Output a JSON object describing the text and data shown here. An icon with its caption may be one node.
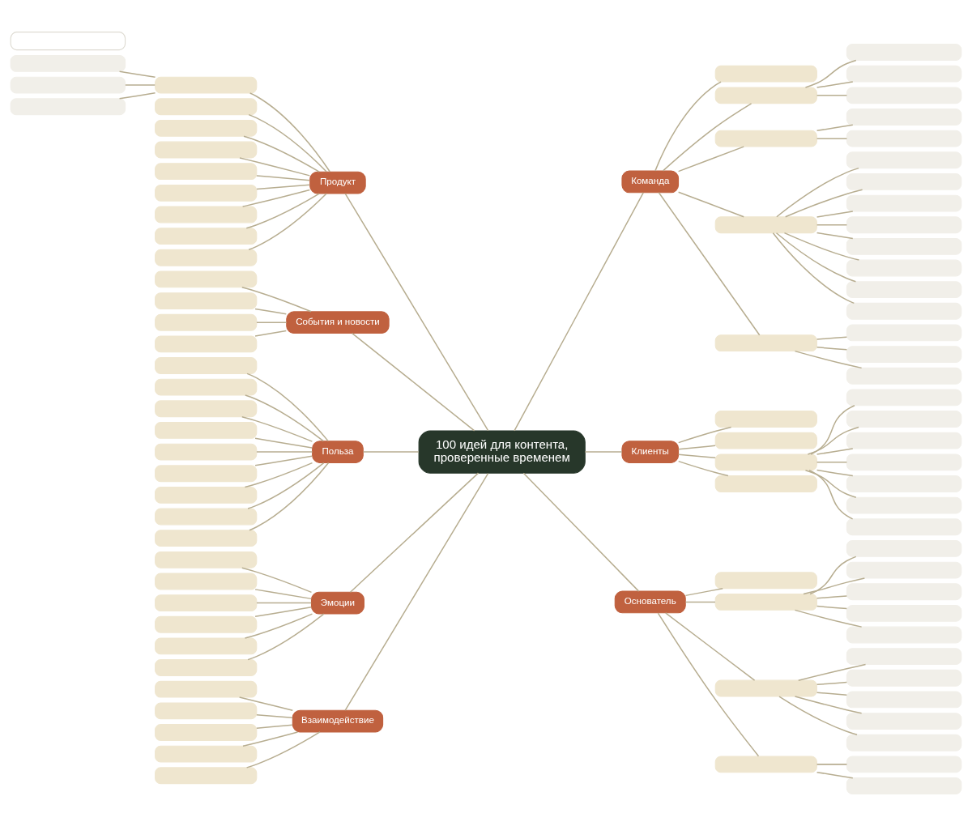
{
  "diagram": {
    "nodes": [
      {
        "text": [
          "100 идей для контента, проверенные временем"
        ]
      },
      {
        "text": [
          "Продукт"
        ]
      },
      {
        "text": [],
        "shape": "box"
      },
      {
        "text": [],
        "shape": "box"
      },
      {
        "text": [],
        "shape": "box"
      },
      {
        "text": [],
        "shape": "box"
      },
      {
        "text": [],
        "shape": "box"
      },
      {
        "text": [],
        "shape": "box"
      },
      {
        "text": [],
        "shape": "box"
      },
      {
        "text": [],
        "shape": "box"
      },
      {
        "text": [],
        "shape": "box"
      },
      {
        "text": [],
        "shape": "box"
      },
      {
        "text": [],
        "shape": "box"
      },
      {
        "text": [],
        "shape": "box"
      },
      {
        "text": [
          "События и новости"
        ]
      },
      {
        "text": [],
        "shape": "box"
      },
      {
        "text": [],
        "shape": "box"
      },
      {
        "text": [],
        "shape": "box"
      },
      {
        "text": [],
        "shape": "box"
      },
      {
        "text": [
          "Польза"
        ]
      },
      {
        "text": [],
        "shape": "box"
      },
      {
        "text": [],
        "shape": "box"
      },
      {
        "text": [],
        "shape": "box"
      },
      {
        "text": [],
        "shape": "box"
      },
      {
        "text": [],
        "shape": "box"
      },
      {
        "text": [],
        "shape": "box"
      },
      {
        "text": [],
        "shape": "box"
      },
      {
        "text": [],
        "shape": "box"
      },
      {
        "text": [],
        "shape": "box"
      },
      {
        "text": [],
        "shape": "box"
      },
      {
        "text": [
          "Эмоции"
        ]
      },
      {
        "text": [],
        "shape": "box"
      },
      {
        "text": [],
        "shape": "box"
      },
      {
        "text": [],
        "shape": "box"
      },
      {
        "text": [],
        "shape": "box"
      },
      {
        "text": [],
        "shape": "box"
      },
      {
        "text": [],
        "shape": "box"
      },
      {
        "text": [
          "Взаимодействие"
        ]
      },
      {
        "text": [],
        "shape": "box"
      },
      {
        "text": [],
        "shape": "box"
      },
      {
        "text": [],
        "shape": "box"
      },
      {
        "text": [],
        "shape": "box"
      },
      {
        "text": [],
        "shape": "box"
      },
      {
        "text": [
          "Команда"
        ]
      },
      {
        "text": [],
        "shape": "box"
      },
      {
        "text": [],
        "shape": "box"
      },
      {
        "text": [],
        "shape": "box"
      },
      {
        "text": [],
        "shape": "box"
      },
      {
        "text": [],
        "shape": "box"
      },
      {
        "text": [],
        "shape": "box"
      },
      {
        "text": [],
        "shape": "box"
      },
      {
        "text": [],
        "shape": "box"
      },
      {
        "text": [],
        "shape": "box"
      },
      {
        "text": [],
        "shape": "box"
      },
      {
        "text": [],
        "shape": "box"
      },
      {
        "text": [],
        "shape": "box"
      },
      {
        "text": [],
        "shape": "box"
      },
      {
        "text": [],
        "shape": "box"
      },
      {
        "text": [],
        "shape": "box"
      },
      {
        "text": [],
        "shape": "box"
      },
      {
        "text": [],
        "shape": "box"
      },
      {
        "text": [],
        "shape": "box"
      },
      {
        "text": [],
        "shape": "box"
      },
      {
        "text": [],
        "shape": "box"
      },
      {
        "text": [],
        "shape": "box"
      },
      {
        "text": [
          "Клиенты"
        ]
      },
      {
        "text": [],
        "shape": "box"
      },
      {
        "text": [],
        "shape": "box"
      },
      {
        "text": [],
        "shape": "box"
      },
      {
        "text": [],
        "shape": "box"
      },
      {
        "text": [],
        "shape": "box"
      },
      {
        "text": [],
        "shape": "box"
      },
      {
        "text": [],
        "shape": "box"
      },
      {
        "text": [],
        "shape": "box"
      },
      {
        "text": [],
        "shape": "box"
      },
      {
        "text": [],
        "shape": "box"
      },
      {
        "text": [],
        "shape": "box"
      },
      {
        "text": [
          "Основатель"
        ]
      },
      {
        "text": [],
        "shape": "box"
      },
      {
        "text": [],
        "shape": "box"
      },
      {
        "text": [],
        "shape": "box"
      },
      {
        "text": [],
        "shape": "box"
      },
      {
        "text": [],
        "shape": "box"
      },
      {
        "text": [],
        "shape": "box"
      },
      {
        "text": [],
        "shape": "box"
      },
      {
        "text": [],
        "shape": "box"
      },
      {
        "text": [],
        "shape": "box"
      },
      {
        "text": [],
        "shape": "box"
      },
      {
        "text": [],
        "shape": "box"
      },
      {
        "text": [],
        "shape": "box"
      },
      {
        "text": [],
        "shape": "box"
      },
      {
        "text": [],
        "shape": "box"
      },
      {
        "text": [],
        "shape": "box"
      },
      {
        "text": [],
        "shape": "box"
      }
    ],
    "edges": [
      {
        "from": 1,
        "to": 0,
        "arrow": "none"
      },
      {
        "from": 2,
        "to": 1,
        "arrow": "none"
      },
      {
        "from": 3,
        "to": 2,
        "arrow": "none"
      },
      {
        "from": 4,
        "to": 2,
        "arrow": "none"
      },
      {
        "from": 5,
        "to": 2,
        "arrow": "none"
      },
      {
        "from": 6,
        "to": 1,
        "arrow": "none"
      },
      {
        "from": 7,
        "to": 1,
        "arrow": "none"
      },
      {
        "from": 8,
        "to": 1,
        "arrow": "none"
      },
      {
        "from": 9,
        "to": 1,
        "arrow": "none"
      },
      {
        "from": 10,
        "to": 1,
        "arrow": "none"
      },
      {
        "from": 11,
        "to": 1,
        "arrow": "none"
      },
      {
        "from": 12,
        "to": 1,
        "arrow": "none"
      },
      {
        "from": 13,
        "to": 1,
        "arrow": "none"
      },
      {
        "from": 14,
        "to": 0,
        "arrow": "none"
      },
      {
        "from": 15,
        "to": 14,
        "arrow": "none"
      },
      {
        "from": 16,
        "to": 14,
        "arrow": "none"
      },
      {
        "from": 17,
        "to": 14,
        "arrow": "none"
      },
      {
        "from": 18,
        "to": 14,
        "arrow": "none"
      },
      {
        "from": 19,
        "to": 0,
        "arrow": "none"
      },
      {
        "from": 20,
        "to": 19,
        "arrow": "none"
      },
      {
        "from": 21,
        "to": 19,
        "arrow": "none"
      },
      {
        "from": 22,
        "to": 19,
        "arrow": "none"
      },
      {
        "from": 23,
        "to": 19,
        "arrow": "none"
      },
      {
        "from": 24,
        "to": 19,
        "arrow": "none"
      },
      {
        "from": 25,
        "to": 19,
        "arrow": "none"
      },
      {
        "from": 26,
        "to": 19,
        "arrow": "none"
      },
      {
        "from": 27,
        "to": 19,
        "arrow": "none"
      },
      {
        "from": 28,
        "to": 19,
        "arrow": "none"
      },
      {
        "from": 30,
        "to": 0,
        "arrow": "none"
      },
      {
        "from": 31,
        "to": 30,
        "arrow": "none"
      },
      {
        "from": 32,
        "to": 30,
        "arrow": "none"
      },
      {
        "from": 33,
        "to": 30,
        "arrow": "none"
      },
      {
        "from": 34,
        "to": 30,
        "arrow": "none"
      },
      {
        "from": 35,
        "to": 30,
        "arrow": "none"
      },
      {
        "from": 36,
        "to": 30,
        "arrow": "none"
      },
      {
        "from": 37,
        "to": 0,
        "arrow": "none"
      },
      {
        "from": 38,
        "to": 37,
        "arrow": "none"
      },
      {
        "from": 39,
        "to": 37,
        "arrow": "none"
      },
      {
        "from": 40,
        "to": 37,
        "arrow": "none"
      },
      {
        "from": 41,
        "to": 37,
        "arrow": "none"
      },
      {
        "from": 42,
        "to": 37,
        "arrow": "none"
      },
      {
        "from": 0,
        "to": 43,
        "arrow": "none"
      },
      {
        "from": 43,
        "to": 44,
        "arrow": "none"
      },
      {
        "from": 43,
        "to": 45,
        "arrow": "none"
      },
      {
        "from": 45,
        "to": 46,
        "arrow": "none"
      },
      {
        "from": 45,
        "to": 47,
        "arrow": "none"
      },
      {
        "from": 45,
        "to": 48,
        "arrow": "none"
      },
      {
        "from": 43,
        "to": 49,
        "arrow": "none"
      },
      {
        "from": 49,
        "to": 50,
        "arrow": "none"
      },
      {
        "from": 49,
        "to": 51,
        "arrow": "none"
      },
      {
        "from": 43,
        "to": 52,
        "arrow": "none"
      },
      {
        "from": 52,
        "to": 53,
        "arrow": "none"
      },
      {
        "from": 52,
        "to": 54,
        "arrow": "none"
      },
      {
        "from": 52,
        "to": 55,
        "arrow": "none"
      },
      {
        "from": 52,
        "to": 56,
        "arrow": "none"
      },
      {
        "from": 52,
        "to": 57,
        "arrow": "none"
      },
      {
        "from": 52,
        "to": 58,
        "arrow": "none"
      },
      {
        "from": 52,
        "to": 59,
        "arrow": "none"
      },
      {
        "from": 52,
        "to": 60,
        "arrow": "none"
      },
      {
        "from": 43,
        "to": 61,
        "arrow": "none"
      },
      {
        "from": 61,
        "to": 62,
        "arrow": "none"
      },
      {
        "from": 61,
        "to": 63,
        "arrow": "none"
      },
      {
        "from": 61,
        "to": 64,
        "arrow": "none"
      },
      {
        "from": 0,
        "to": 65,
        "arrow": "none"
      },
      {
        "from": 65,
        "to": 66,
        "arrow": "none"
      },
      {
        "from": 65,
        "to": 67,
        "arrow": "none"
      },
      {
        "from": 65,
        "to": 68,
        "arrow": "none"
      },
      {
        "from": 68,
        "to": 69,
        "arrow": "none"
      },
      {
        "from": 68,
        "to": 70,
        "arrow": "none"
      },
      {
        "from": 68,
        "to": 71,
        "arrow": "none"
      },
      {
        "from": 68,
        "to": 72,
        "arrow": "none"
      },
      {
        "from": 68,
        "to": 73,
        "arrow": "none"
      },
      {
        "from": 68,
        "to": 74,
        "arrow": "none"
      },
      {
        "from": 68,
        "to": 75,
        "arrow": "none"
      },
      {
        "from": 65,
        "to": 76,
        "arrow": "none"
      },
      {
        "from": 0,
        "to": 77,
        "arrow": "none"
      },
      {
        "from": 77,
        "to": 78,
        "arrow": "none"
      },
      {
        "from": 77,
        "to": 79,
        "arrow": "none"
      },
      {
        "from": 79,
        "to": 80,
        "arrow": "none"
      },
      {
        "from": 79,
        "to": 81,
        "arrow": "none"
      },
      {
        "from": 79,
        "to": 82,
        "arrow": "none"
      },
      {
        "from": 79,
        "to": 83,
        "arrow": "none"
      },
      {
        "from": 79,
        "to": 84,
        "arrow": "none"
      },
      {
        "from": 77,
        "to": 85,
        "arrow": "none"
      },
      {
        "from": 85,
        "to": 86,
        "arrow": "none"
      },
      {
        "from": 85,
        "to": 87,
        "arrow": "none"
      },
      {
        "from": 85,
        "to": 88,
        "arrow": "none"
      },
      {
        "from": 85,
        "to": 89,
        "arrow": "none"
      },
      {
        "from": 85,
        "to": 90,
        "arrow": "none"
      },
      {
        "from": 77,
        "to": 91,
        "arrow": "none"
      },
      {
        "from": 91,
        "to": 92,
        "arrow": "none"
      },
      {
        "from": 91,
        "to": 93,
        "arrow": "none"
      }
    ]
  }
}
